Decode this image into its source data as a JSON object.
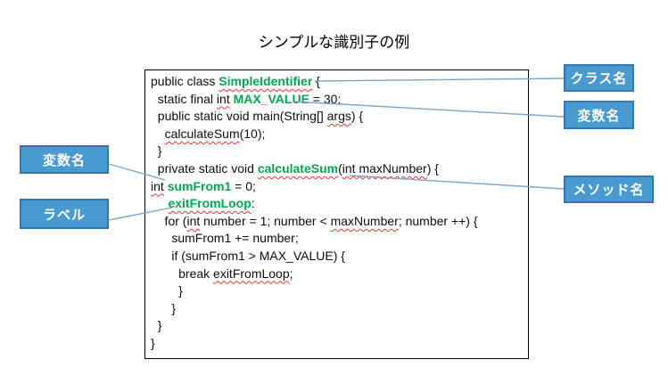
{
  "title": "シンプルな識別子の例",
  "labels": {
    "left": [
      {
        "text": "変数名"
      },
      {
        "text": "ラベル"
      }
    ],
    "right": [
      {
        "text": "クラス名"
      },
      {
        "text": "変数名"
      },
      {
        "text": "メソッド名"
      }
    ]
  },
  "colors": {
    "label_fill": "#4a9ad2",
    "label_border": "#3577ad",
    "identifier_green": "#00a651",
    "squiggle_red": "#e53935",
    "connector_blue": "#7da4c8",
    "code_text": "#0d0d0d"
  },
  "code": {
    "lines": [
      [
        {
          "t": "public class "
        },
        {
          "t": "SimpleIdentifier",
          "s": "gs"
        },
        {
          "t": " {"
        }
      ],
      [
        {
          "t": "  static final "
        },
        {
          "t": "int",
          "s": "ps"
        },
        {
          "t": " "
        },
        {
          "t": "MAX_VALUE",
          "s": "g"
        },
        {
          "t": " = 30;"
        }
      ],
      [
        {
          "t": "  public static void main(String[] "
        },
        {
          "t": "args",
          "s": "ps"
        },
        {
          "t": ") {"
        }
      ],
      [
        {
          "t": "    "
        },
        {
          "t": "calculateSum",
          "s": "ps"
        },
        {
          "t": "(10);"
        }
      ],
      [
        {
          "t": "  }"
        }
      ],
      [
        {
          "t": "  private static void "
        },
        {
          "t": "calculateSum",
          "s": "gs"
        },
        {
          "t": "("
        },
        {
          "t": "int maxNumber",
          "s": "ps"
        },
        {
          "t": ") {"
        }
      ],
      [
        {
          "t": "int",
          "s": "ps"
        },
        {
          "t": " "
        },
        {
          "t": "sumFrom1",
          "s": "g"
        },
        {
          "t": " = 0;"
        }
      ],
      [
        {
          "t": "     "
        },
        {
          "t": "exitFromLoop",
          "s": "gs"
        },
        {
          "t": ":"
        }
      ],
      [
        {
          "t": "    for ("
        },
        {
          "t": "int",
          "s": "ps"
        },
        {
          "t": " number = 1; number < "
        },
        {
          "t": "maxNumber",
          "s": "ps"
        },
        {
          "t": "; number ++) {"
        }
      ],
      [
        {
          "t": "      sumFrom1 += number;"
        }
      ],
      [
        {
          "t": "      if (sumFrom1 > MAX_VALUE) {"
        }
      ],
      [
        {
          "t": "        break "
        },
        {
          "t": "exitFromLoop",
          "s": "ps"
        },
        {
          "t": ";"
        }
      ],
      [
        {
          "t": "        }"
        }
      ],
      [
        {
          "t": "      }"
        }
      ],
      [
        {
          "t": "  }"
        }
      ],
      [
        {
          "t": "}"
        }
      ]
    ]
  }
}
